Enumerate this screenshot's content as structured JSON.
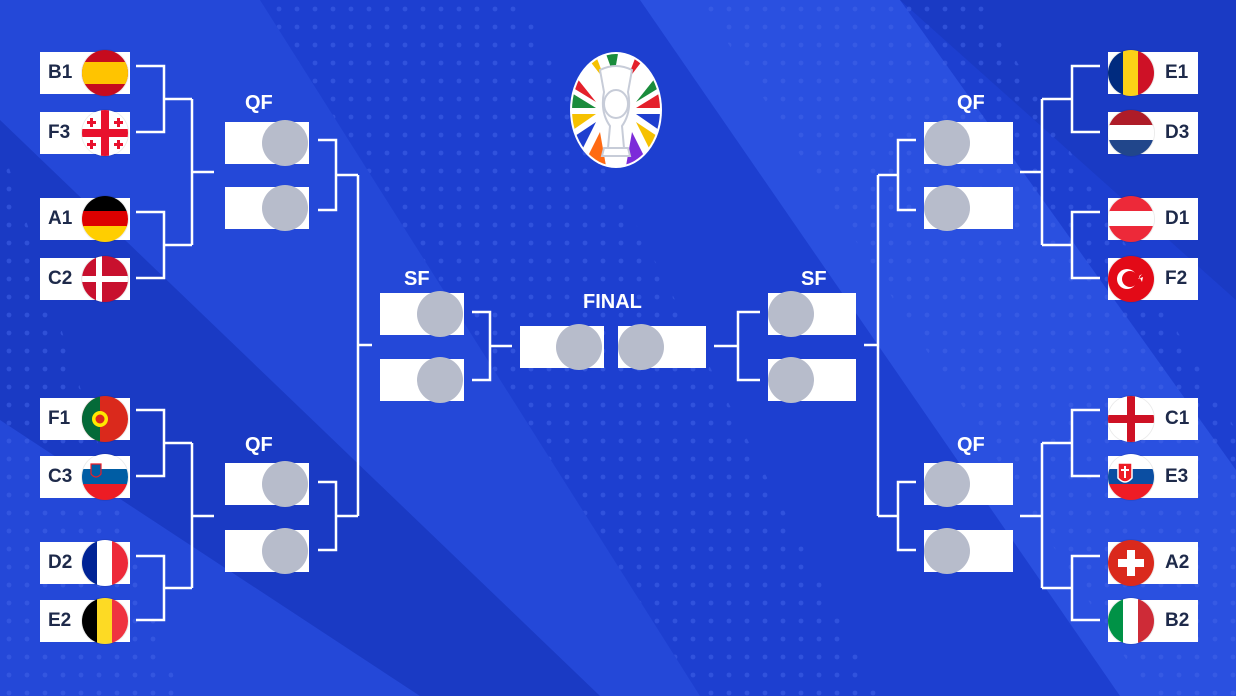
{
  "labels": {
    "qf": "QF",
    "sf": "SF",
    "final": "FINAL"
  },
  "left_round16": [
    {
      "code": "B1",
      "flag": "spain"
    },
    {
      "code": "F3",
      "flag": "georgia"
    },
    {
      "code": "A1",
      "flag": "germany"
    },
    {
      "code": "C2",
      "flag": "denmark"
    },
    {
      "code": "F1",
      "flag": "portugal"
    },
    {
      "code": "C3",
      "flag": "slovenia"
    },
    {
      "code": "D2",
      "flag": "france"
    },
    {
      "code": "E2",
      "flag": "belgium"
    }
  ],
  "right_round16": [
    {
      "code": "E1",
      "flag": "romania"
    },
    {
      "code": "D3",
      "flag": "netherlands"
    },
    {
      "code": "D1",
      "flag": "austria"
    },
    {
      "code": "F2",
      "flag": "turkey"
    },
    {
      "code": "C1",
      "flag": "england"
    },
    {
      "code": "E3",
      "flag": "slovakia"
    },
    {
      "code": "A2",
      "flag": "switzerland"
    },
    {
      "code": "B2",
      "flag": "italy"
    }
  ],
  "colors": {
    "background": "#1d3fd0",
    "slot": "#b7bccb",
    "box": "#ffffff",
    "text": "#1e2a4a"
  }
}
